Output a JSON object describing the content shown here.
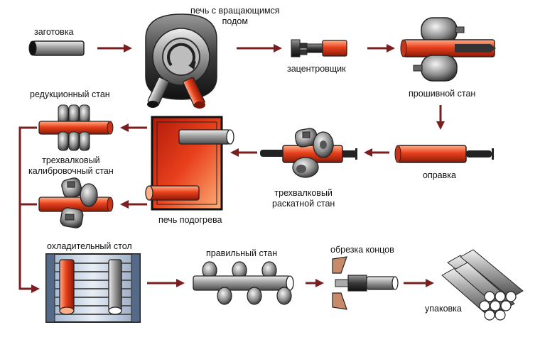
{
  "labels": {
    "billet": "заготовка",
    "rotary_furnace": "печь с вращающимся\nподом",
    "centering": "зацентровщик",
    "piercing_mill": "прошивной стан",
    "reducing_mill": "редукционный стан",
    "sizing_mill": "трехвалковый\nкалибровочный стан",
    "reheating_furnace": "печь подогрева",
    "rolling_mill": "трехвалковый\nраскатной стан",
    "mandrel": "оправка",
    "cooling_table": "охладительный стол",
    "straightening_mill": "правильный стан",
    "end_cutting": "обрезка концов",
    "packing": "упаковка"
  },
  "colors": {
    "hot": "#e8401c",
    "hot_light": "#ff8a5a",
    "steel": "#8a8a8a",
    "steel_light": "#d8d8d8",
    "arrow": "#7a1f1f",
    "outline": "#222222"
  }
}
